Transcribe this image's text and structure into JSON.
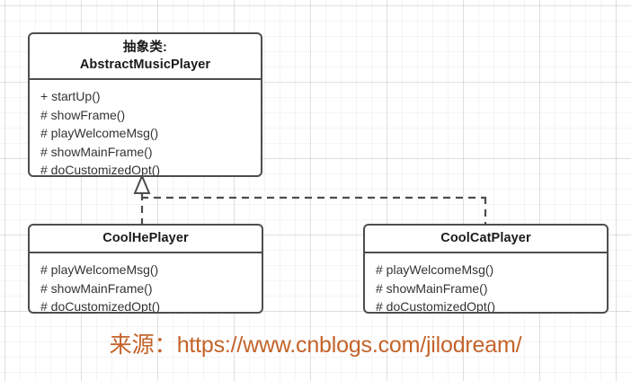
{
  "diagram": {
    "type": "uml-class-diagram",
    "background": "grid-canvas",
    "border_color": "#4d4d4d",
    "text_color": "#333333",
    "accent_color": "#c4632a",
    "classes": [
      {
        "id": "abstract-class",
        "stereotype": "抽象类:",
        "name": "AbstractMusicPlayer",
        "is_abstract": true,
        "members": [
          "+ startUp()",
          "# showFrame()",
          "# playWelcomeMsg()",
          "# showMainFrame()",
          "# doCustomizedOpt()"
        ]
      },
      {
        "id": "coolhe-class",
        "stereotype": "",
        "name": "CoolHePlayer",
        "is_abstract": false,
        "members": [
          "# playWelcomeMsg()",
          "# showMainFrame()",
          "# doCustomizedOpt()"
        ]
      },
      {
        "id": "coolcat-class",
        "stereotype": "",
        "name": "CoolCatPlayer",
        "is_abstract": false,
        "members": [
          "# playWelcomeMsg()",
          "# showMainFrame()",
          "# doCustomizedOpt()"
        ]
      }
    ],
    "relations": [
      {
        "kind": "realization",
        "style": "dashed-line-hollow-triangle",
        "from": "CoolHePlayer",
        "to": "AbstractMusicPlayer"
      },
      {
        "kind": "realization",
        "style": "dashed-line-hollow-triangle",
        "from": "CoolCatPlayer",
        "to": "AbstractMusicPlayer"
      }
    ]
  },
  "attribution": {
    "label": "来源：",
    "url": "https://www.cnblogs.com/jilodream/"
  }
}
